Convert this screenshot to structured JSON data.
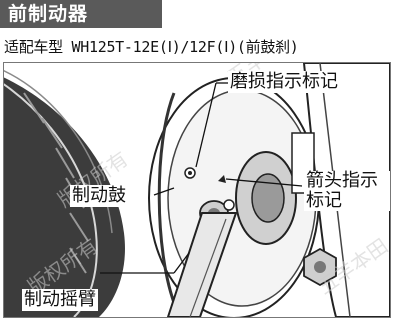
{
  "header": {
    "title": "前制动器"
  },
  "caption": {
    "text": "适配车型 WH125T-12E(Ⅰ)/12F(Ⅰ)(前鼓刹)"
  },
  "figure": {
    "labels": {
      "wear_indicator_mark": "磨损指示标记",
      "brake_drum": "制动鼓",
      "arrow_indicator_mark_line1": "箭头指示",
      "arrow_indicator_mark_line2": "标记",
      "brake_arm": "制动摇臂"
    },
    "watermark": [
      "五羊-本田",
      "版权所有",
      "五羊本田",
      "版权所有"
    ]
  }
}
